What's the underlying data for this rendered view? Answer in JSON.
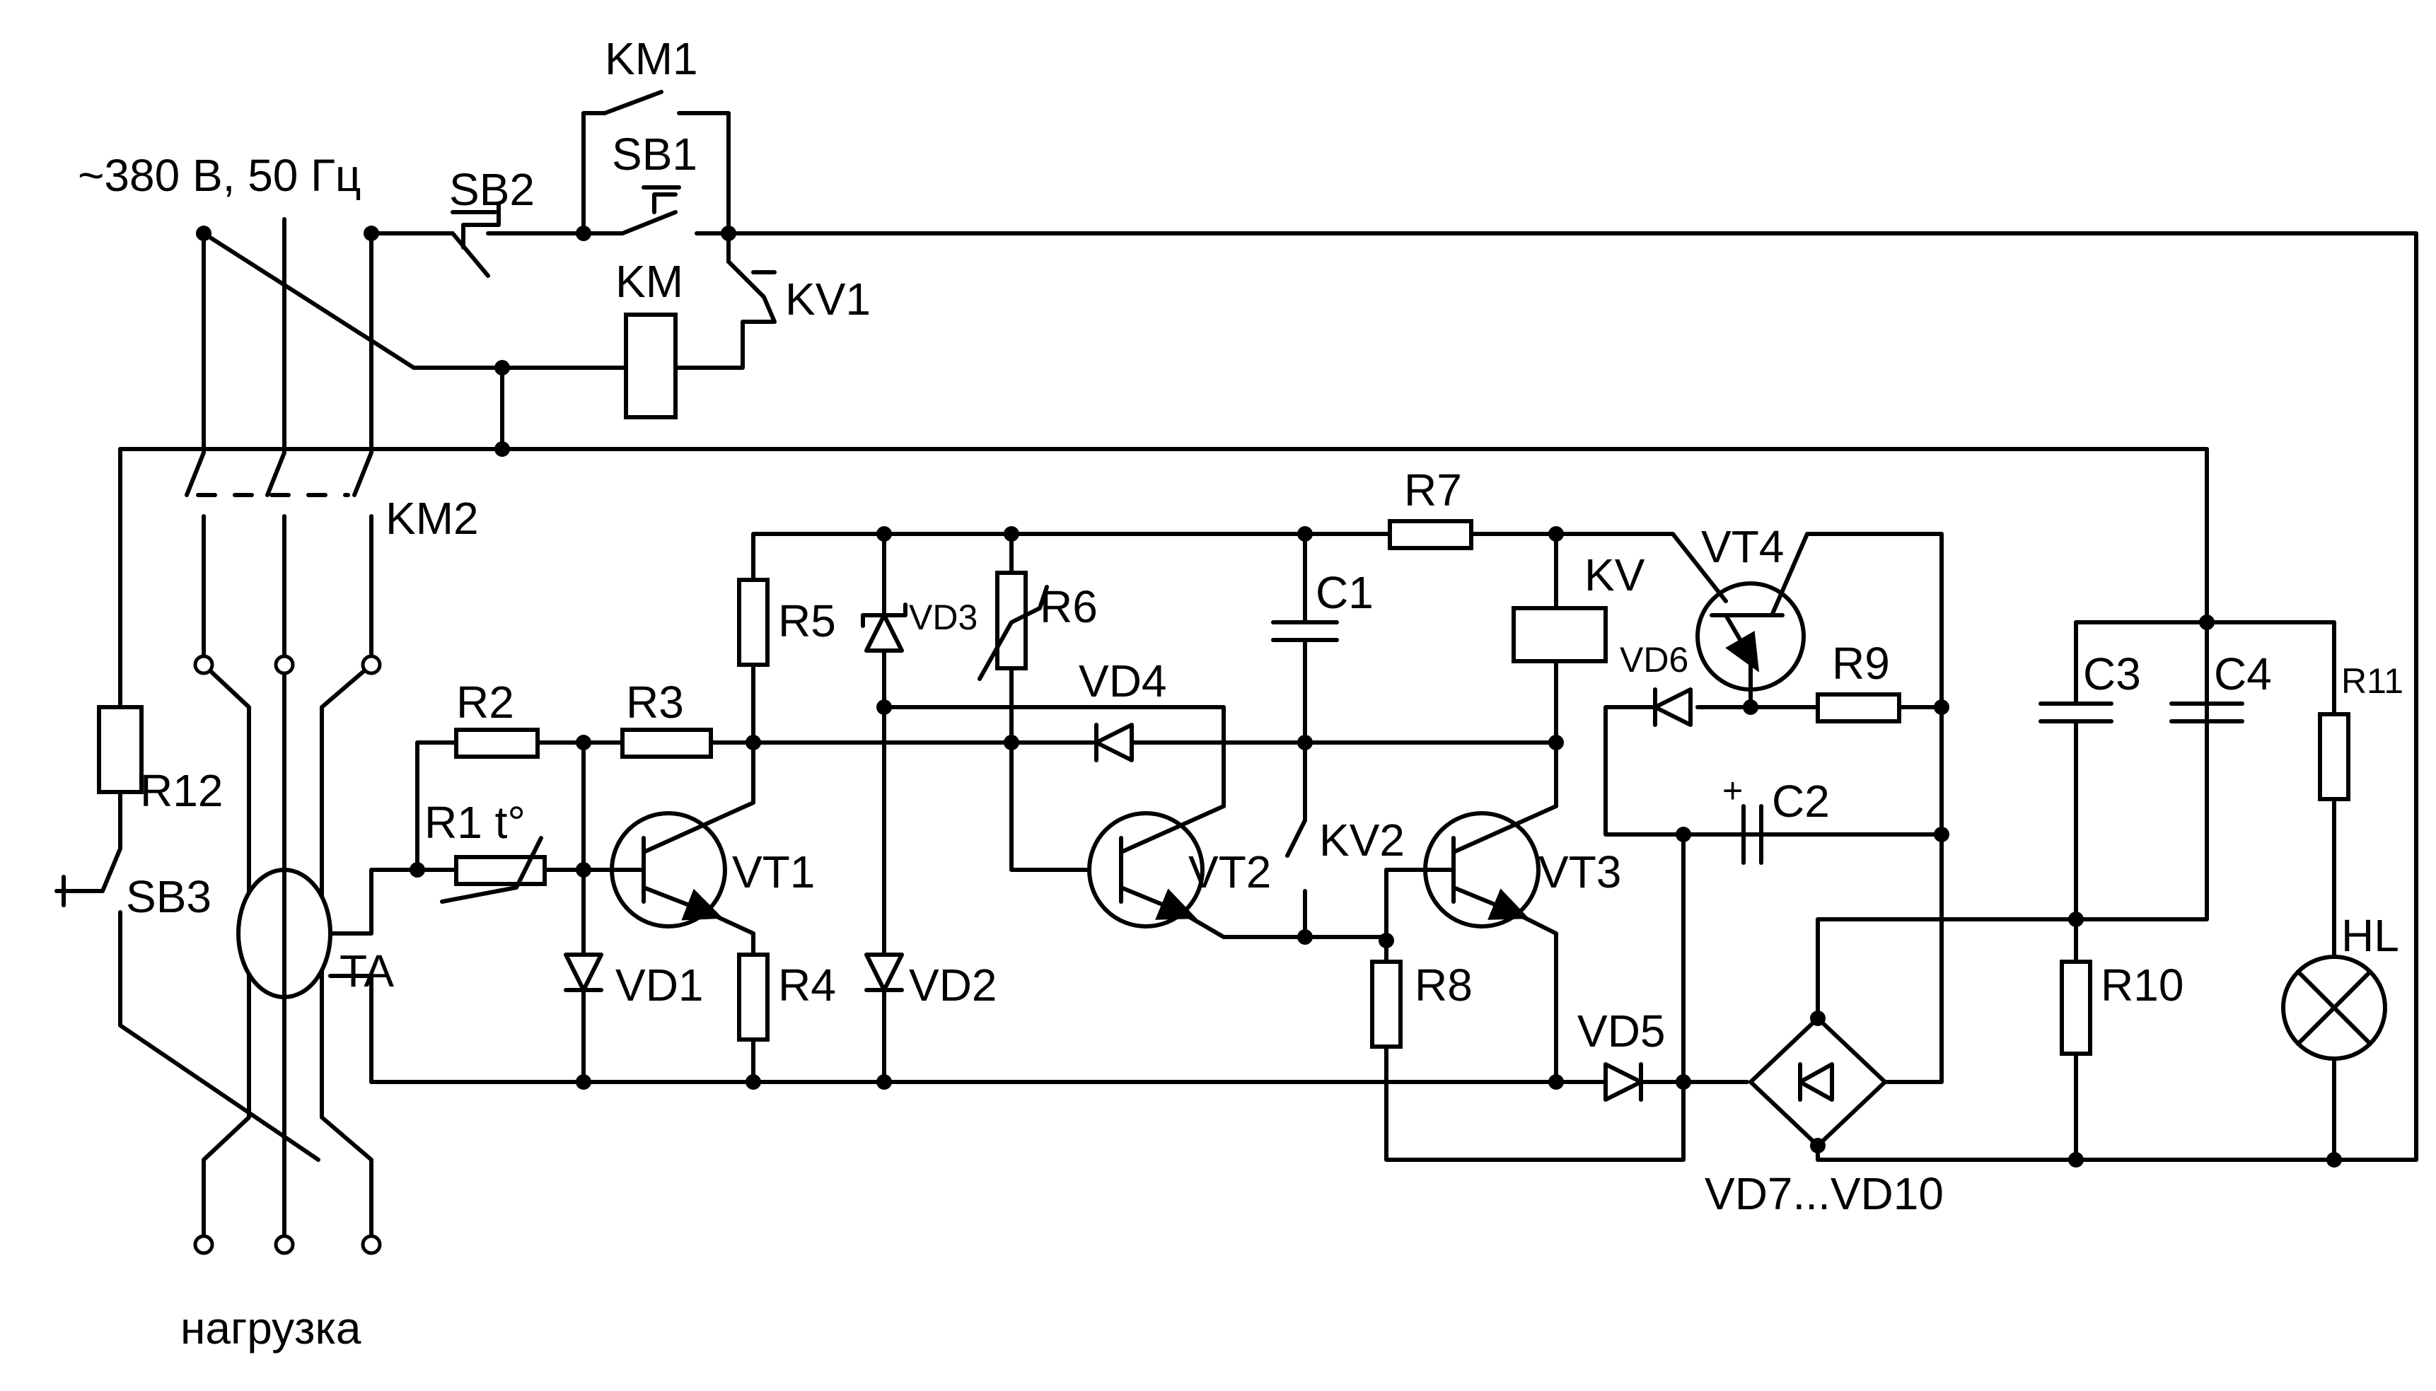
{
  "diagram": {
    "supply": "~380 В, 50 Гц",
    "load": "нагрузка",
    "labels": {
      "km1": "KM1",
      "sb1": "SB1",
      "sb2": "SB2",
      "km": "KM",
      "kv1": "KV1",
      "km2": "KM2",
      "r1": "R1 t°",
      "r2": "R2",
      "r3": "R3",
      "r4": "R4",
      "r5": "R5",
      "r6": "R6",
      "r7": "R7",
      "r8": "R8",
      "r9": "R9",
      "r10": "R10",
      "r11": "R11",
      "r12": "R12",
      "vd1": "VD1",
      "vd2": "VD2",
      "vd3": "VD3",
      "vd4": "VD4",
      "vd5": "VD5",
      "vd6": "VD6",
      "vd7_10": "VD7...VD10",
      "vt1": "VT1",
      "vt2": "VT2",
      "vt3": "VT3",
      "vt4": "VT4",
      "c1": "C1",
      "c2": "C2",
      "c3": "C3",
      "c4": "C4",
      "kv": "KV",
      "kv2": "KV2",
      "sb3": "SB3",
      "ta": "TA",
      "hl": "HL"
    }
  }
}
